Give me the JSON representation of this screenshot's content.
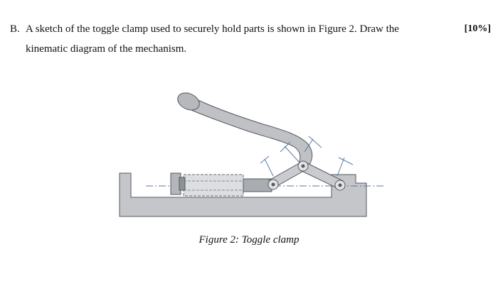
{
  "question": {
    "letter": "B.",
    "text_line1": "A sketch of the toggle clamp used to securely hold parts is shown in Figure 2. Draw the",
    "text_line2": "kinematic diagram of the mechanism.",
    "marks": "[10%]"
  },
  "figure": {
    "caption": "Figure 2: Toggle clamp",
    "colors": {
      "metal": "#c4c6c9",
      "metal_dark": "#8e9196",
      "outline": "#555a60",
      "centerline": "#5a7aa8",
      "ink": "#1c1c1c"
    }
  }
}
